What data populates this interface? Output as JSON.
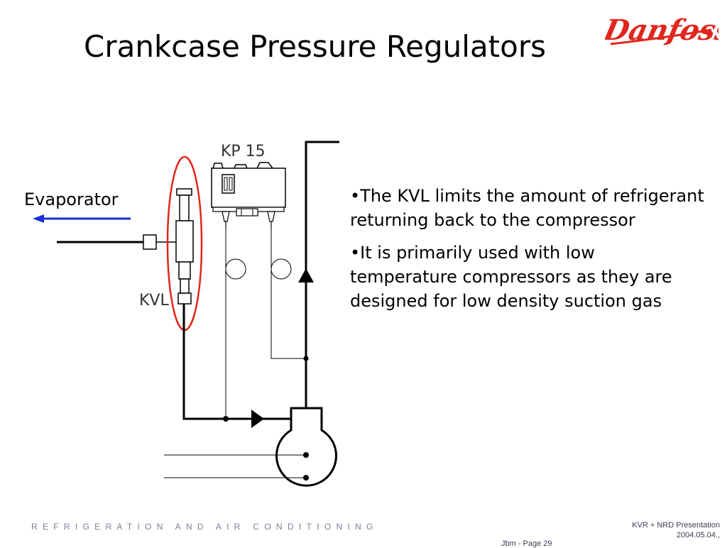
{
  "slide": {
    "title": "Crankcase Pressure Regulators",
    "logo_text": "Danfoss",
    "brand_color": "#e1261c",
    "highlight_color": "#e1261c",
    "arrow_color": "#1a2fd6"
  },
  "diagram": {
    "labels": {
      "kp15": "KP 15",
      "kvl": "KVL",
      "evaporator": "Evaporator"
    }
  },
  "bullets": [
    "•The KVL limits the amount of refrigerant returning back to the compressor",
    "•It is primarily used with low temperature compressors as they are designed for low density suction gas"
  ],
  "footer": {
    "tagline": "REFRIGERATION AND AIR CONDITIONING",
    "presentation": "KVR + NRD Presentation",
    "date": "2004.05.04.,",
    "page": "Jbm - Page 29"
  }
}
